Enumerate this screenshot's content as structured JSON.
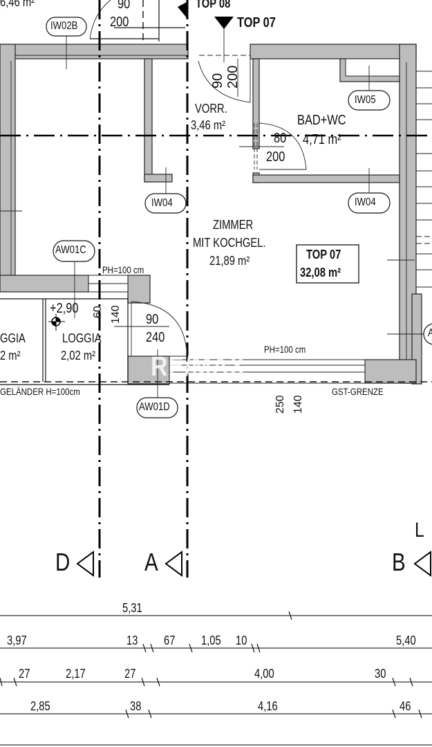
{
  "plan": {
    "unit_label": "TOP 07",
    "unit_area": "32,08 m²",
    "top_labels": {
      "top08": "TOP 08",
      "top07": "TOP 07"
    },
    "partial_area_top_left": "6,46 m²",
    "watermark": "RE/MAX"
  },
  "rooms": [
    {
      "id": "vorr",
      "name": "VORR.",
      "area": "3,46 m²"
    },
    {
      "id": "bad_wc",
      "name": "BAD+WC",
      "area": "4,71 m²"
    },
    {
      "id": "zimmer",
      "name_line1": "ZIMMER",
      "name_line2": "MIT KOCHGEL.",
      "area": "21,89 m²"
    },
    {
      "id": "loggia",
      "name": "LOGGIA",
      "area": "2,02 m²"
    },
    {
      "id": "loggia_neighbor",
      "name": "GGIA",
      "area": "2 m²"
    }
  ],
  "wall_tags": [
    "IW02B",
    "IW05",
    "IW04",
    "IW04",
    "AW01C",
    "AW01D",
    "A"
  ],
  "doors": [
    {
      "id": "door_top",
      "width": "90",
      "height": "200"
    },
    {
      "id": "door_entry",
      "width": "90",
      "height": "200"
    },
    {
      "id": "door_bath",
      "width": "80",
      "height": "200"
    },
    {
      "id": "door_loggia",
      "width": "90",
      "height": "240"
    }
  ],
  "annotations": {
    "ph_left": "PH=100 cm",
    "ph_right": "PH=100 cm",
    "railing": "GELÄNDER H=100cm",
    "elevation": "+2,90",
    "loggia_dim_a": "60",
    "loggia_dim_b": "140",
    "window_dim_a": "250",
    "window_dim_b": "140",
    "plot_boundary": "GST-GRENZE"
  },
  "section_markers": [
    {
      "letter": "D"
    },
    {
      "letter": "A"
    },
    {
      "letter": "B"
    },
    {
      "letter": "L"
    }
  ],
  "dimension_rows": [
    {
      "labels": [
        "5,31"
      ]
    },
    {
      "labels": [
        "3,97",
        "13",
        "67",
        "1,05",
        "10",
        "5,40"
      ]
    },
    {
      "labels": [
        "27",
        "2,17",
        "27",
        "4,00",
        "30"
      ]
    },
    {
      "labels": [
        "2,85",
        "38",
        "4,16",
        "46"
      ]
    }
  ]
}
